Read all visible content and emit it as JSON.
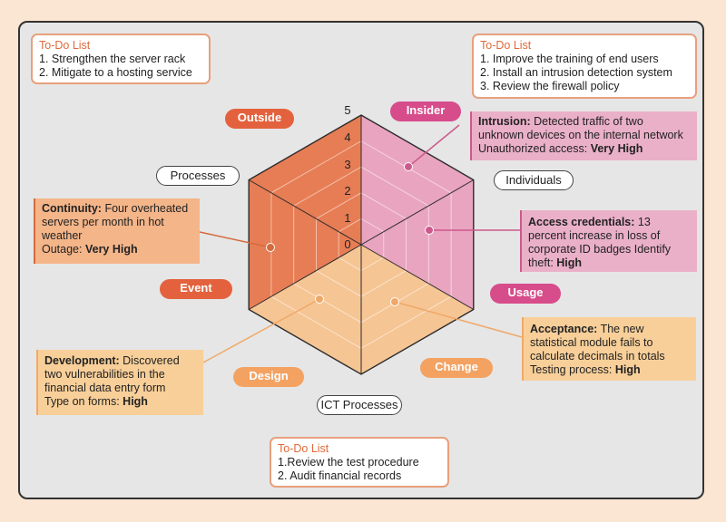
{
  "colors": {
    "outside": "#e3623d",
    "insider": "#d74c8b",
    "event": "#e3623d",
    "usage": "#d74c8b",
    "design": "#f3a262",
    "change": "#f3a262",
    "radar_orange": "#e77d55",
    "radar_pink": "#e9a4c0",
    "radar_peach": "#f6c594",
    "leader_orange": "#d46a3c",
    "leader_pink": "#cc5a8c",
    "leader_peach": "#f0a868"
  },
  "axis_ticks": [
    "5",
    "4",
    "3",
    "2",
    "1",
    "0"
  ],
  "categories": {
    "outside": "Outside",
    "insider": "Insider",
    "event": "Event",
    "usage": "Usage",
    "design": "Design",
    "change": "Change",
    "processes": "Processes",
    "individuals": "Individuals",
    "ict_processes": "ICT Processes"
  },
  "todo_left": {
    "title": "To-Do List",
    "items": [
      "1. Strengthen the server rack",
      "2. Mitigate to a hosting service"
    ]
  },
  "todo_right": {
    "title": "To-Do List",
    "items": [
      "1. Improve the training of end users",
      "2. Install an intrusion detection system",
      "3. Review the firewall policy"
    ]
  },
  "todo_bottom": {
    "title": "To-Do List",
    "items": [
      "1.Review the test procedure",
      "2. Audit financial records"
    ]
  },
  "intrusion": {
    "label": "Intrusion:",
    "text": "Detected traffic of two unknown devices on the internal network",
    "line2_prefix": "Unauthorized access:",
    "line2_value": "Very High"
  },
  "access": {
    "label": "Access credentials:",
    "text": "13 percent increase in loss of corporate ID badges Identify theft:",
    "value": "High"
  },
  "continuity": {
    "label": "Continuity:",
    "text": "Four overheated servers per month in hot weather",
    "line2_prefix": "Outage:",
    "line2_value": "Very High"
  },
  "development": {
    "label": "Development:",
    "text": "Discovered two vulnerabilities in the financial data entry form",
    "line2_prefix": "Type on forms:",
    "line2_value": "High"
  },
  "acceptance": {
    "label": "Acceptance:",
    "text": "The new statistical module fails to calculate decimals in totals",
    "line2_prefix": "Testing process:",
    "line2_value": "High"
  }
}
